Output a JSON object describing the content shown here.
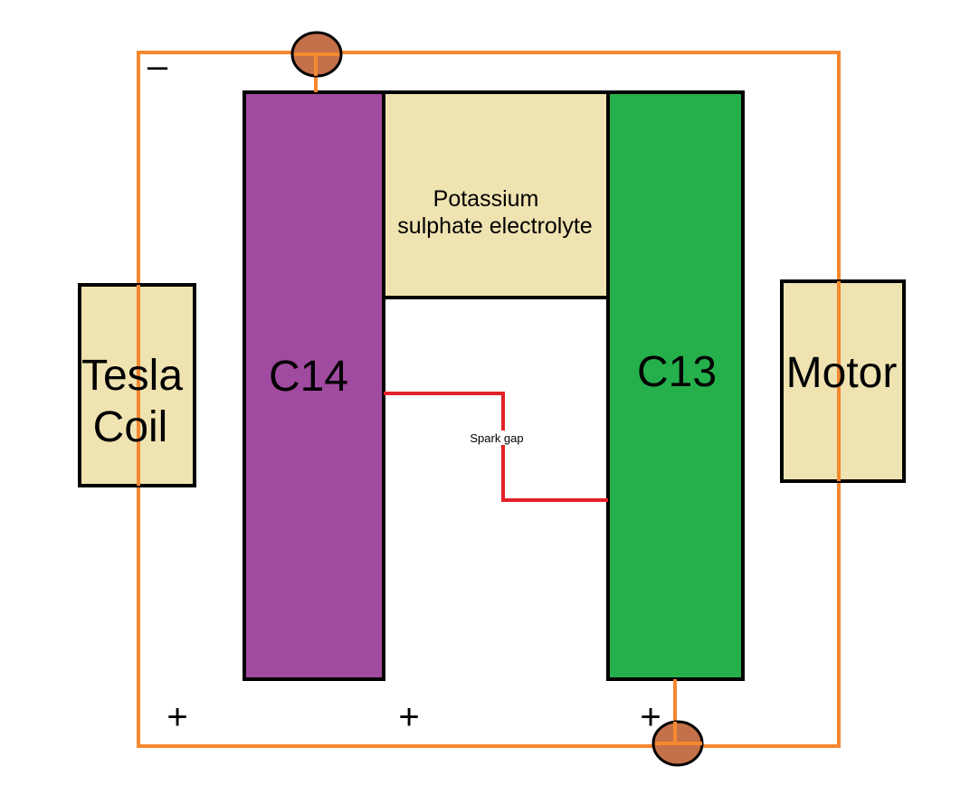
{
  "diagram": {
    "components": {
      "tesla_coil": {
        "line1": "Tesla",
        "line2": "Coil"
      },
      "electrode_left": {
        "label": "C14"
      },
      "electrode_right": {
        "label": "C13"
      },
      "electrolyte": {
        "line1": "Potassium",
        "line2": "sulphate electrolyte"
      },
      "motor": {
        "label": "Motor"
      },
      "spark_gap": {
        "label": "Spark gap"
      }
    },
    "polarity_marks": {
      "minus": "–",
      "plus": "+"
    },
    "colors": {
      "wire": "#f5882f",
      "spark_wire": "#e12228",
      "electrode_left": "#a04aa0",
      "electrode_right": "#25b04c",
      "box_fill": "#efe3b2",
      "terminal": "#c4704a",
      "outline": "#000000"
    }
  }
}
